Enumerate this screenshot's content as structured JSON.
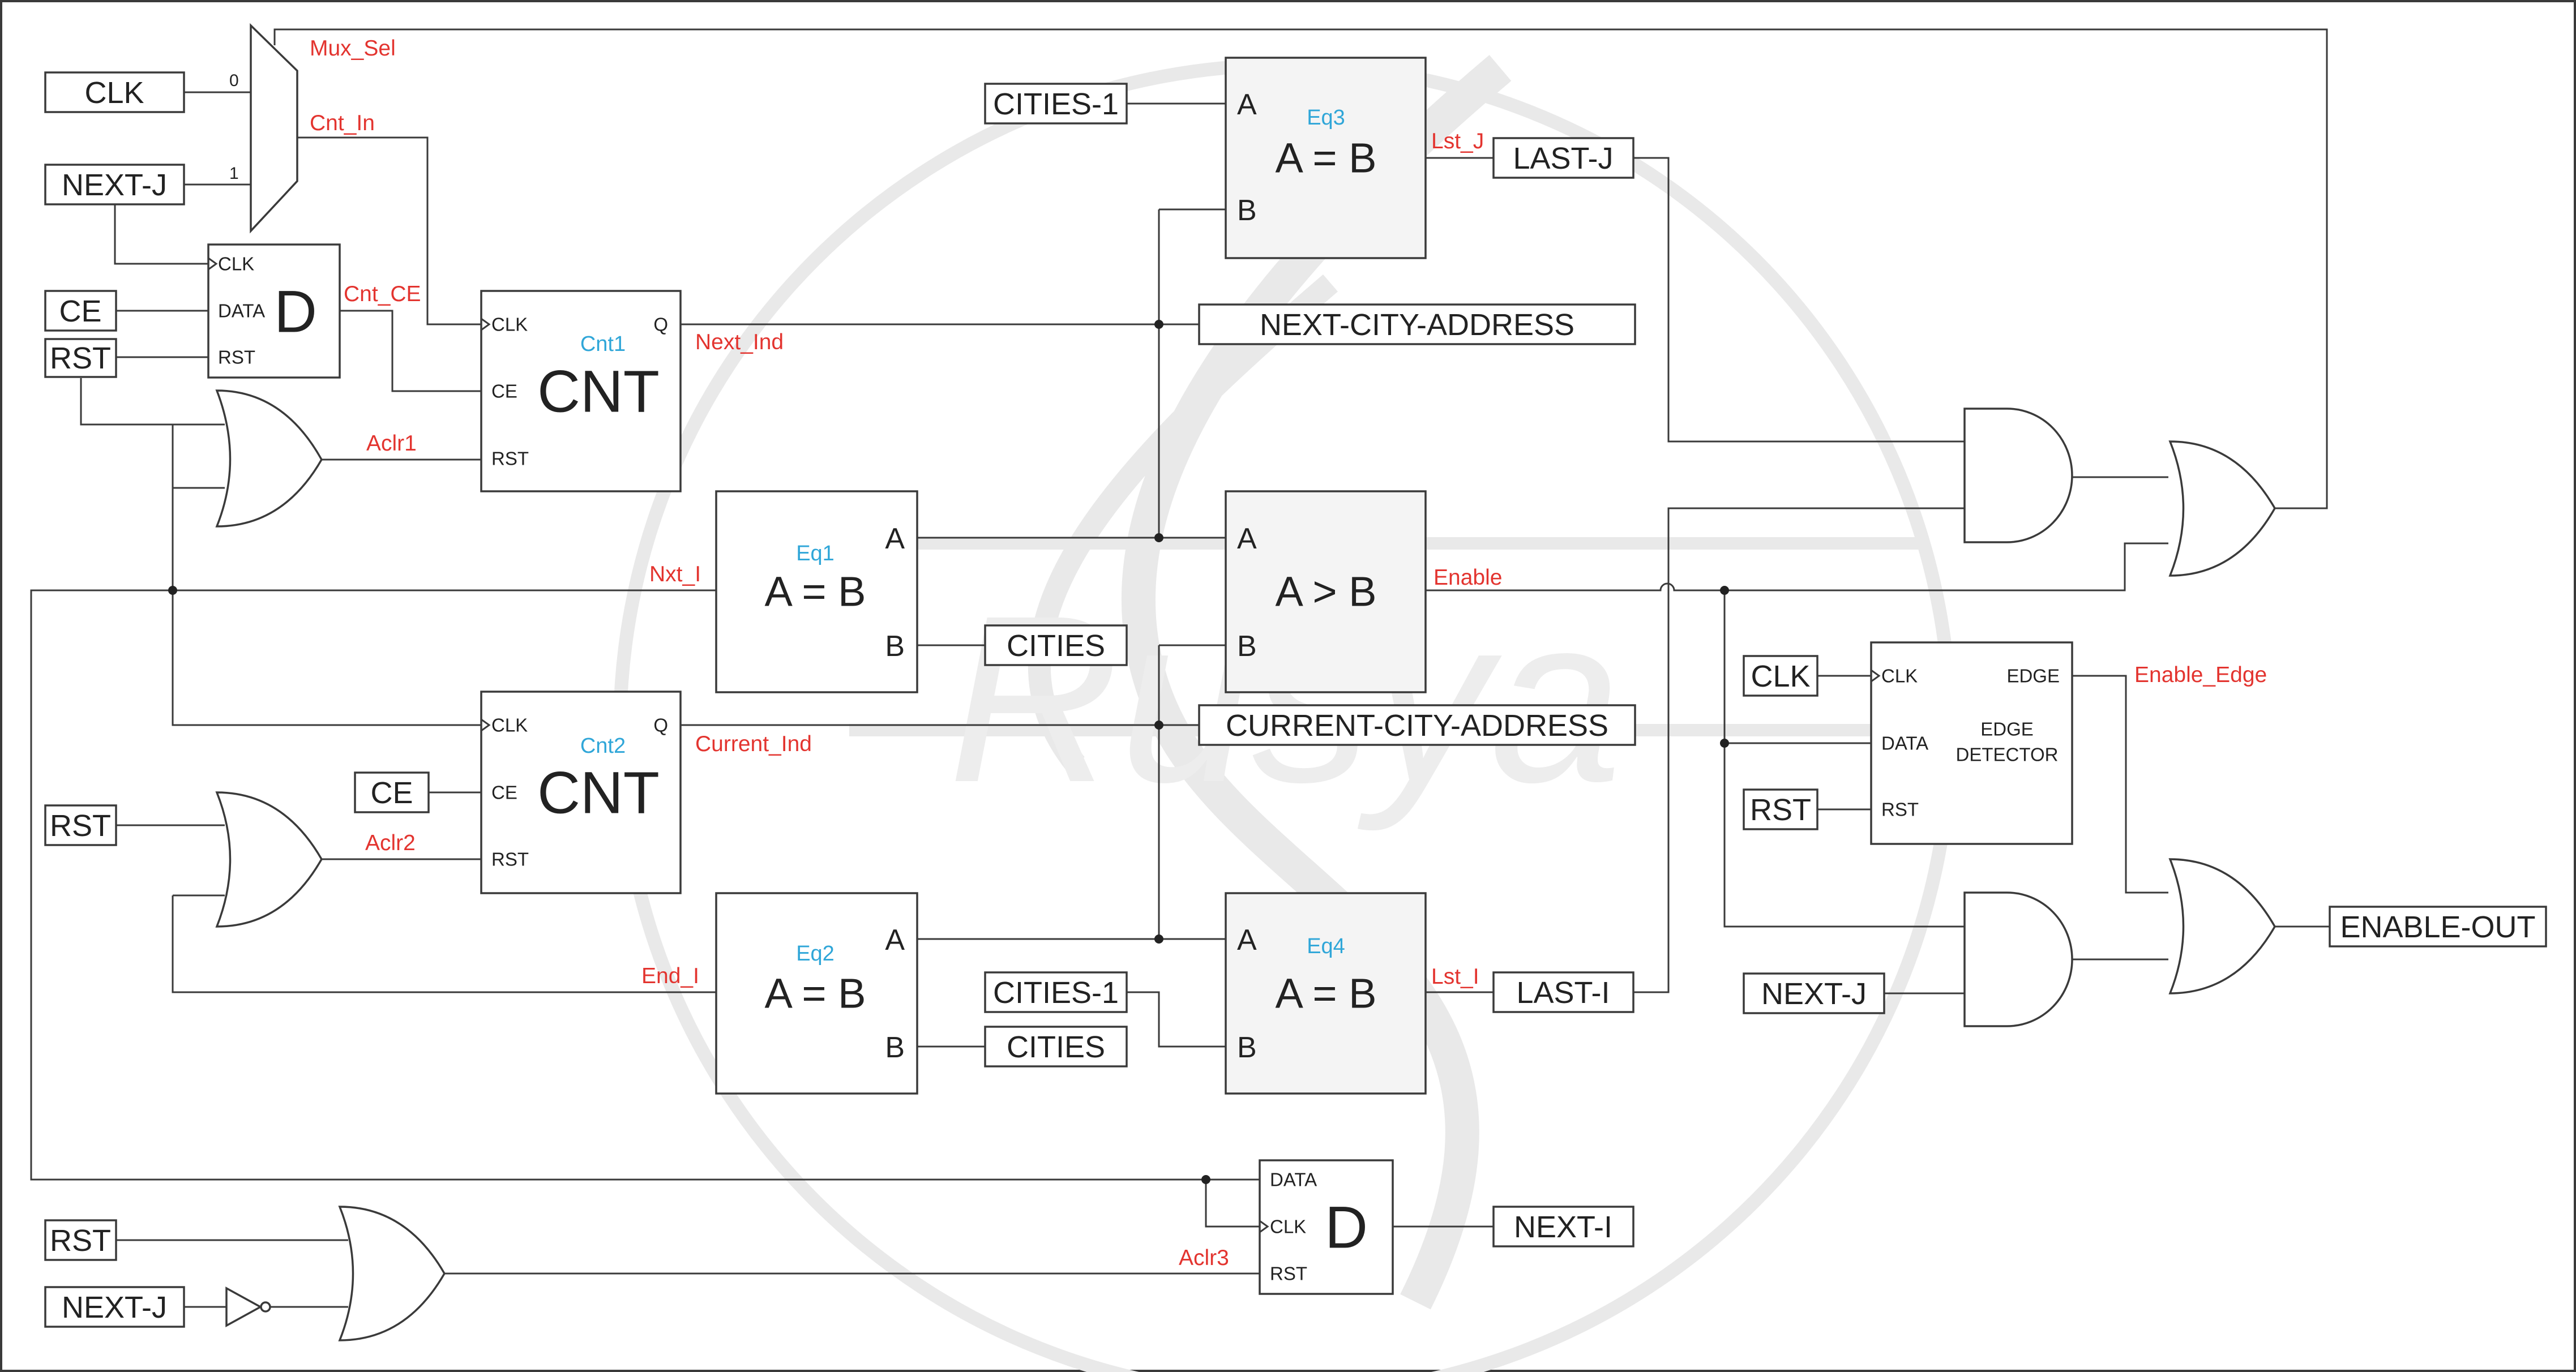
{
  "colors": {
    "wire": "#3a3a3a",
    "signal_label": "#e3342f",
    "instance_label": "#2fa6d8",
    "background": "#ffffff",
    "block_fill": "#f4f4f4"
  },
  "io_labels": {
    "clk_top": "CLK",
    "next_j_top": "NEXT-J",
    "ce_top": "CE",
    "rst_top": "RST",
    "ce_mid": "CE",
    "rst_mid": "RST",
    "rst_bottom": "RST",
    "next_j_bottom": "NEXT-J",
    "cities_1_top": "CITIES-1",
    "cities_eq1": "CITIES",
    "cities_1_eq4": "CITIES-1",
    "cities_eq2": "CITIES",
    "last_j": "LAST-J",
    "next_city_address": "NEXT-CITY-ADDRESS",
    "current_city_address": "CURRENT-CITY-ADDRESS",
    "last_i": "LAST-I",
    "next_i": "NEXT-I",
    "clk_edge": "CLK",
    "rst_edge": "RST",
    "next_j_right": "NEXT-J",
    "enable_out": "ENABLE-OUT"
  },
  "signals": {
    "mux_sel": "Mux_Sel",
    "cnt_in": "Cnt_In",
    "cnt_ce": "Cnt_CE",
    "next_ind": "Next_Ind",
    "aclr1": "Aclr1",
    "nxt_i": "Nxt_I",
    "current_ind": "Current_Ind",
    "aclr2": "Aclr2",
    "end_i": "End_I",
    "lst_j": "Lst_J",
    "enable": "Enable",
    "lst_i": "Lst_I",
    "enable_edge": "Enable_Edge",
    "aclr3": "Aclr3"
  },
  "instances": {
    "cnt1": "Cnt1",
    "cnt2": "Cnt2",
    "eq1": "Eq1",
    "eq2": "Eq2",
    "eq3": "Eq3",
    "eq4": "Eq4"
  },
  "blocks": {
    "mux_in0": "0",
    "mux_in1": "1",
    "dff_title": "D",
    "cnt_title": "CNT",
    "eq_func": "A = B",
    "gt_func": "A > B",
    "edge_title_1": "EDGE",
    "edge_title_2": "DETECTOR"
  },
  "ports": {
    "clk": "CLK",
    "data": "DATA",
    "rst": "RST",
    "ce": "CE",
    "q": "Q",
    "a": "A",
    "b": "B",
    "edge": "EDGE"
  },
  "watermark": {
    "text": "Rusya"
  }
}
